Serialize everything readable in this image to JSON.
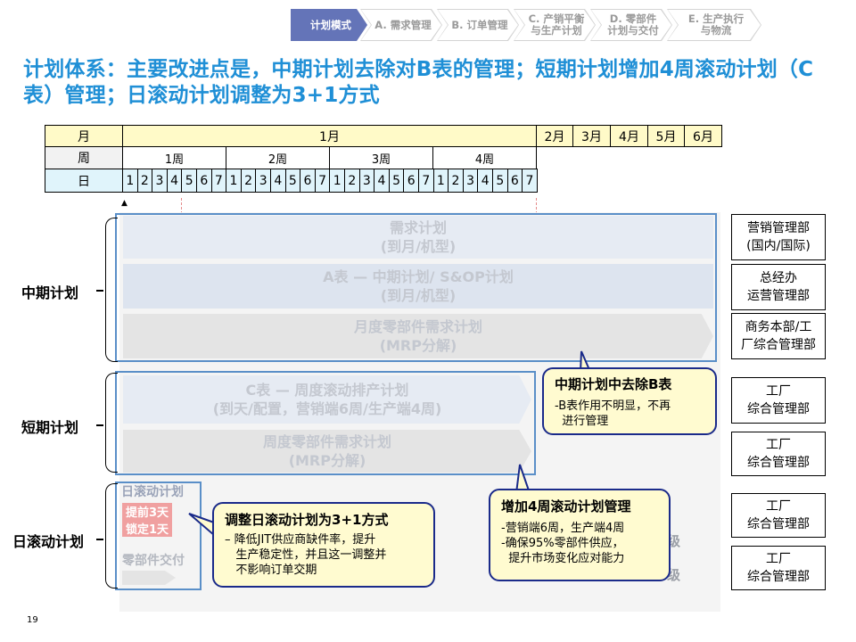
{
  "nav": [
    {
      "label": "计划模式",
      "active": true
    },
    {
      "label": "A. 需求管理"
    },
    {
      "label": "B. 订单管理"
    },
    {
      "label": "C. 产销平衡\n与生产计划"
    },
    {
      "label": "D. 零部件\n计划与交付"
    },
    {
      "label": "E. 生产执行\n与物流"
    }
  ],
  "title": "计划体系：主要改进点是，中期计划去除对B表的管理；短期计划增加4周滚动计划（C表）管理；日滚动计划调整为3+1方式",
  "grid": {
    "row_month": "月",
    "row_week": "周",
    "row_day": "日",
    "month1": "1月",
    "months": [
      "2月",
      "3月",
      "4月",
      "5月",
      "6月"
    ],
    "weeks": [
      "1周",
      "2周",
      "3周",
      "4周"
    ],
    "days": [
      "1",
      "2",
      "3",
      "4",
      "5",
      "6",
      "7"
    ]
  },
  "levels": {
    "mid": "中期计划",
    "short": "短期计划",
    "daily": "日滚动计划"
  },
  "bands": {
    "demand": {
      "line1": "需求计划",
      "line2": "(到月/机型)"
    },
    "a_table": {
      "line1": "A表 — 中期计划/ S&OP计划",
      "line2": "(到月/机型)"
    },
    "mrp_month": {
      "line1": "月度零部件需求计划",
      "line2": "(MRP分解)"
    },
    "c_table": {
      "line1": "C表 — 周度滚动排产计划",
      "line2": "(到天/配置，营销端6周/生产端4周)"
    },
    "mrp_week": {
      "line1": "周度零部件需求计划",
      "line2": "(MRP分解)"
    },
    "daily_plan": "日滚动计划",
    "advance": "提前3天",
    "lock": "锁定1天",
    "parts_delivery": "零部件交付",
    "peek1": "级",
    "peek2": "级"
  },
  "departments": [
    "营销管理部\n(国内/国际)",
    "总经办\n运营管理部",
    "商务本部/工\n厂综合管理部",
    "工厂\n综合管理部",
    "工厂\n综合管理部",
    "工厂\n综合管理部",
    "工厂\n综合管理部"
  ],
  "callouts": {
    "remove_b": {
      "title": "中期计划中去除B表",
      "body": "-B表作用不明显，不再\n  进行管理"
    },
    "add_4w": {
      "title": "增加4周滚动计划管理",
      "body": "-营销端6周，生产端4周\n-确保95%零部件供应，\n  提升市场变化应对能力"
    },
    "daily": {
      "title": "调整日滚动计划为3+1方式",
      "body": "– 降低JIT供应商缺件率，提升\n   生产稳定性，并且这一调整并\n   不影响订单交期"
    }
  },
  "page_number": "19",
  "colors": {
    "title": "#1f8fd6",
    "callout_border": "#1a2a8a",
    "callout_bg": "#fffbd0",
    "frame": "#5a8fc8",
    "dashed": "#e48a8a"
  }
}
